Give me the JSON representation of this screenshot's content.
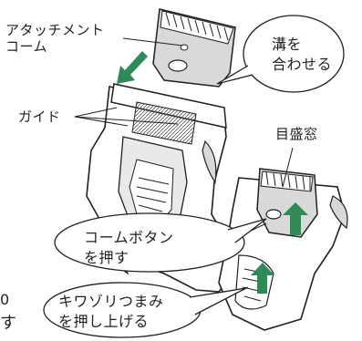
{
  "labels": {
    "attachment_comb": "アタッチメント\nコーム",
    "align_grooves": "溝を\n合わせる",
    "guide": "ガイド",
    "scale_window": "目盛窓",
    "comb_button": "コームボタン\nを押す",
    "trimmer_knob": "キワゾリつまみ\nを押し上げる",
    "edge_fragment_top": "0",
    "edge_fragment_bottom": "す"
  },
  "colors": {
    "line": "#231f20",
    "arrow_green": "#2e8b57",
    "light_gray": "#d9d9d9",
    "mid_gray": "#a6a6a6"
  }
}
